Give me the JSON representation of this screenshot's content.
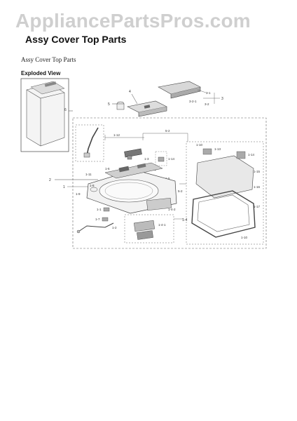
{
  "watermark": "AppliancePartsPros.com",
  "page_title": "Assy Cover Top Parts",
  "subtitle": "Assy Cover Top Parts",
  "section_heading": "Exploded View",
  "callouts": {
    "c1": "1",
    "c1_1": "1-1",
    "c1_2": "1-2",
    "c1_3": "1-3",
    "c1_4": "1-4",
    "c1_5": "1-5",
    "c1_6": "1-6",
    "c1_7": "1-7",
    "c1_8": "1-8",
    "c1_9": "1-9",
    "c1_10": "1-10",
    "c1_11": "1-11",
    "c1_12": "1-12",
    "c1_13": "1-13",
    "c1_14": "1-14",
    "c1_15": "1-15",
    "c1_16": "1-16",
    "c1_17": "1-17",
    "c2": "2",
    "c3": "3",
    "c3_1": "3-1",
    "c3_2": "3-2",
    "c3_21": "3-2-1",
    "c4": "4",
    "c5": "5",
    "c5_2": "5-2",
    "c6": "6",
    "c14": "1-4",
    "c14_1": "1-4-1",
    "c14_2": "1-4-2",
    "c110": "1-10",
    "c111": "1-11",
    "c113": "1-13",
    "c116": "1-16"
  }
}
